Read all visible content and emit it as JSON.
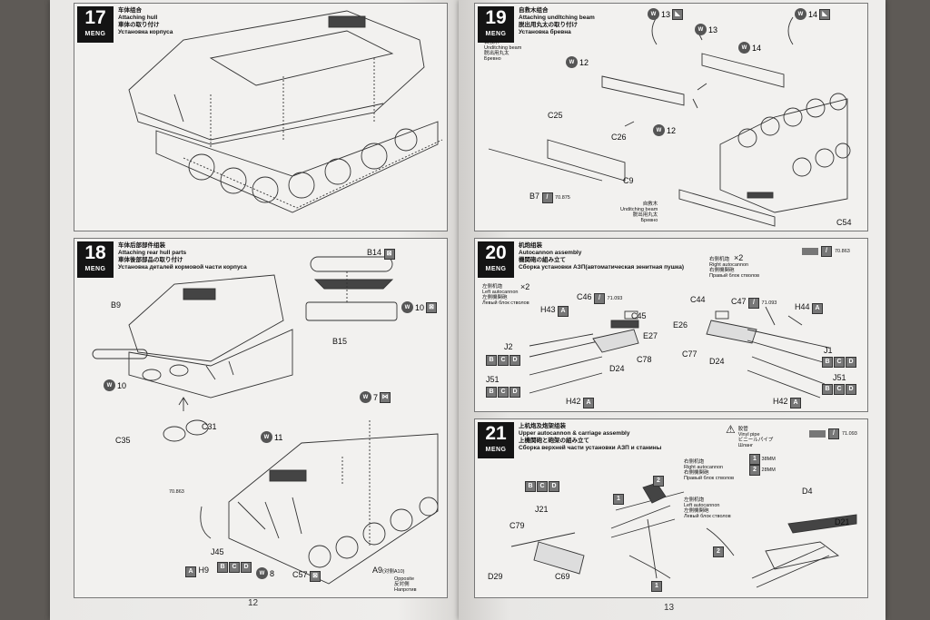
{
  "pages": {
    "left_number": "12",
    "right_number": "13"
  },
  "brand": "MENG",
  "steps": {
    "s17": {
      "num": "17",
      "title_cn": "车体组合",
      "title_en": "Attaching hull",
      "title_jp": "車体の取り付け",
      "title_ru": "Установка корпуса"
    },
    "s18": {
      "num": "18",
      "title_cn": "车体后部部件组装",
      "title_en": "Attaching rear hull parts",
      "title_jp": "車体後部部品の取り付け",
      "title_ru": "Установка деталей кормовой части корпуса",
      "labels": {
        "b14": "B14",
        "b9": "B9",
        "b15": "B15",
        "w10a": "10",
        "w10b": "10",
        "c35": "C35",
        "c31": "C31",
        "w11": "11",
        "w7": "7",
        "w8": "8",
        "j45": "J45",
        "h9": "H9",
        "c57": "C57",
        "a9": "A9",
        "a9_note": "(对侧A10)",
        "opposite": "Opposite",
        "opp_jp": "反対側",
        "opp_ru": "Напротив",
        "paint": "70.863",
        "letter_a": "A",
        "letter_b": "B",
        "letter_c": "C",
        "letter_d": "D",
        "w": "W"
      }
    },
    "s19": {
      "num": "19",
      "title_cn": "自救木组合",
      "title_en": "Attaching undltching beam",
      "title_jp": "脱出用丸太の取り付け",
      "title_ru": "Установка бревна",
      "labels": {
        "w13a": "13",
        "w13b": "13",
        "w14a": "14",
        "w14b": "14",
        "w12a": "12",
        "w12b": "12",
        "beam_cn": "自救木",
        "beam_en": "Unditching beam",
        "beam_jp": "脱出用丸太",
        "beam_ru": "Бревно",
        "c25": "C25",
        "c26": "C26",
        "c9": "C9",
        "b7": "B7",
        "paint": "70.875",
        "beam2_cn": "自救木",
        "beam2_en": "Unditching beam",
        "beam2_jp": "脱出用丸太",
        "beam2_ru": "Бревно",
        "c54": "C54"
      }
    },
    "s20": {
      "num": "20",
      "title_cn": "机炮组装",
      "title_en": "Autocannon assembly",
      "title_jp": "機関砲の組み立て",
      "title_ru": "Сборка установки АЗП(автоматическая зенитная пушка)",
      "labels": {
        "left_cn": "左侧机炮",
        "left_en": "Left autocannon",
        "left_jp": "左側機関砲",
        "left_ru": "Левый блок стволов",
        "right_cn": "右侧机炮",
        "right_en": "Right autocannon",
        "right_jp": "右側機関砲",
        "right_ru": "Правый блок стволов",
        "x2a": "×2",
        "x2b": "×2",
        "c46": "C46",
        "p1": "71.093",
        "c45": "C45",
        "h43": "H43",
        "e27": "E27",
        "c78": "C78",
        "j2": "J2",
        "d24a": "D24",
        "j51a": "J51",
        "h42a": "H42",
        "c44": "C44",
        "c47": "C47",
        "p2": "71.093",
        "h44": "H44",
        "e26": "E26",
        "c77": "C77",
        "j1": "J1",
        "d24b": "D24",
        "j51b": "J51",
        "h42b": "H42",
        "paint_top": "70.863"
      }
    },
    "s21": {
      "num": "21",
      "title_cn": "上机炮及炮架组装",
      "title_en": "Upper autocannon & carriage assembly",
      "title_jp": "上機関砲と砲架の組み立て",
      "title_ru": "Сборка верхней части установки АЗП и станины",
      "labels": {
        "warn_cn": "胶管",
        "warn_en": "Vinyl pipe",
        "warn_jp": "ビニールパイプ",
        "warn_ru": "Шланг",
        "mm1": "38MM",
        "mm2": "28MM",
        "paint": "71.093",
        "j21": "J21",
        "c79": "C79",
        "d29": "D29",
        "c69": "C69",
        "r_cn": "右侧机炮",
        "r_en": "Right autocannon",
        "r_jp": "右側機関砲",
        "r_ru": "Правый блок стволов",
        "l_cn": "左侧机炮",
        "l_en": "Left autocannon",
        "l_jp": "左側機関砲",
        "l_ru": "Левый блок стволов",
        "d4": "D4",
        "d21": "D21",
        "n1a": "1",
        "n2a": "2",
        "n1b": "1",
        "n2b": "2",
        "n1c": "1",
        "n2c": "2"
      }
    }
  }
}
